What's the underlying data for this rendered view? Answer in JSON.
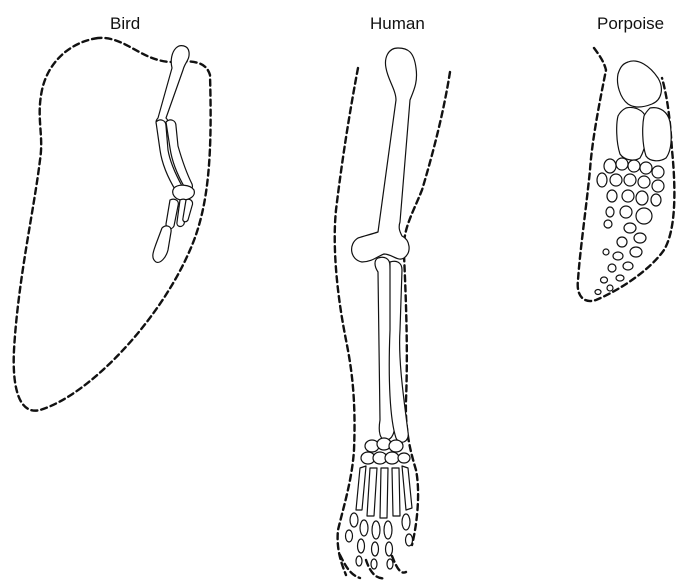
{
  "labels": {
    "bird": "Bird",
    "human": "Human",
    "porpoise": "Porpoise"
  },
  "colors": {
    "stroke": "#111111",
    "bone_fill": "#ffffff",
    "background": "#ffffff"
  }
}
